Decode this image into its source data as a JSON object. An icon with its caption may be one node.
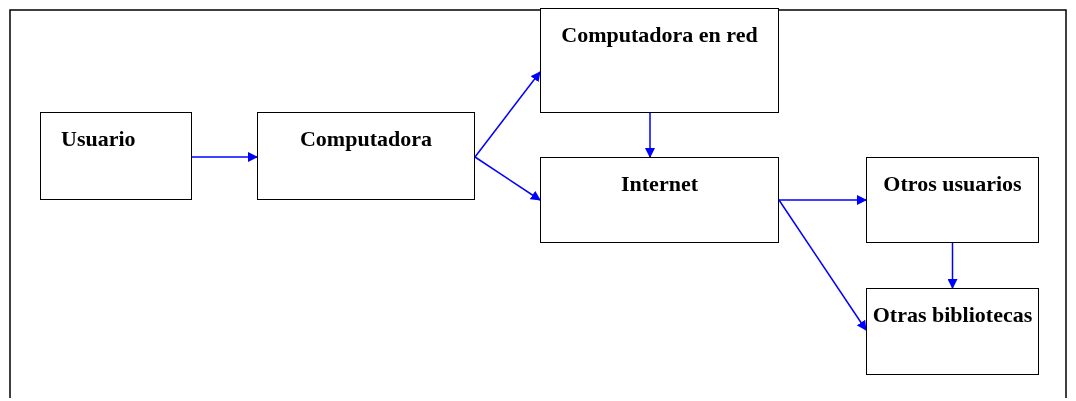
{
  "diagram": {
    "nodes": [
      {
        "text": [
          "Usuario"
        ]
      },
      {
        "text": [
          "Computadora"
        ]
      },
      {
        "text": [
          "Computadora en red"
        ]
      },
      {
        "text": [
          "Internet"
        ]
      },
      {
        "text": [
          "Otros usuarios"
        ]
      },
      {
        "text": [
          "Otras bibliotecas"
        ]
      }
    ],
    "edges": [
      {
        "from": 0,
        "to": 1,
        "arrow": "to"
      },
      {
        "from": 1,
        "to": 2,
        "arrow": "to"
      },
      {
        "from": 1,
        "to": 3,
        "arrow": "to"
      },
      {
        "from": 2,
        "to": 3,
        "arrow": "to"
      },
      {
        "from": 3,
        "to": 4,
        "arrow": "to"
      },
      {
        "from": 3,
        "to": 5,
        "arrow": "to"
      },
      {
        "from": 4,
        "to": 5,
        "arrow": "to"
      }
    ]
  }
}
